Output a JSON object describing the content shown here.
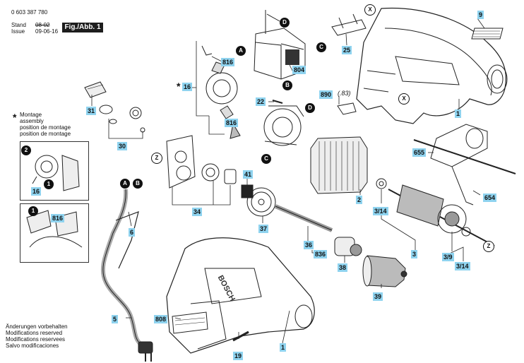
{
  "header": {
    "doc_number": "0 603 387 780",
    "stand_label": "Stand",
    "issue_label": "Issue",
    "old_date": "08-02",
    "new_date": "09-06-16",
    "figure_label": "Fig./Abb. 1"
  },
  "assembly_note": {
    "star": "*",
    "lines": [
      "Montage",
      "assembly",
      "position de montage",
      "position de montage"
    ]
  },
  "footer": {
    "lines": [
      "Änderungen vorbehalten",
      "Modifications reserved",
      "Modifications reservees",
      "Salvo modificaciones"
    ]
  },
  "brand_text": "BOSCH",
  "quantity_note": "(.83)",
  "parts": [
    {
      "id": "p9",
      "label": "9"
    },
    {
      "id": "p25",
      "label": "25"
    },
    {
      "id": "p804",
      "label": "804"
    },
    {
      "id": "p816a",
      "label": "816"
    },
    {
      "id": "p16",
      "label": "16"
    },
    {
      "id": "p816b",
      "label": "816"
    },
    {
      "id": "p22",
      "label": "22"
    },
    {
      "id": "p890",
      "label": "890"
    },
    {
      "id": "p1a",
      "label": "1"
    },
    {
      "id": "p31",
      "label": "31"
    },
    {
      "id": "p30",
      "label": "30"
    },
    {
      "id": "p16i",
      "label": "16"
    },
    {
      "id": "p816i",
      "label": "816"
    },
    {
      "id": "p34",
      "label": "34"
    },
    {
      "id": "p41",
      "label": "41"
    },
    {
      "id": "p655",
      "label": "655"
    },
    {
      "id": "p654",
      "label": "654"
    },
    {
      "id": "p2",
      "label": "2"
    },
    {
      "id": "p314a",
      "label": "3/14"
    },
    {
      "id": "p37",
      "label": "37"
    },
    {
      "id": "p6",
      "label": "6"
    },
    {
      "id": "p36",
      "label": "36"
    },
    {
      "id": "p836",
      "label": "836"
    },
    {
      "id": "p3",
      "label": "3"
    },
    {
      "id": "p39b",
      "label": "3/9"
    },
    {
      "id": "p314b",
      "label": "3/14"
    },
    {
      "id": "p38",
      "label": "38"
    },
    {
      "id": "p39",
      "label": "39"
    },
    {
      "id": "p808",
      "label": "808"
    },
    {
      "id": "p5",
      "label": "5"
    },
    {
      "id": "p19",
      "label": "19"
    },
    {
      "id": "p1b",
      "label": "1"
    }
  ],
  "markers": {
    "A": "A",
    "B": "B",
    "C": "C",
    "D": "D",
    "X": "X",
    "Z": "Z",
    "one": "1",
    "two": "2"
  }
}
